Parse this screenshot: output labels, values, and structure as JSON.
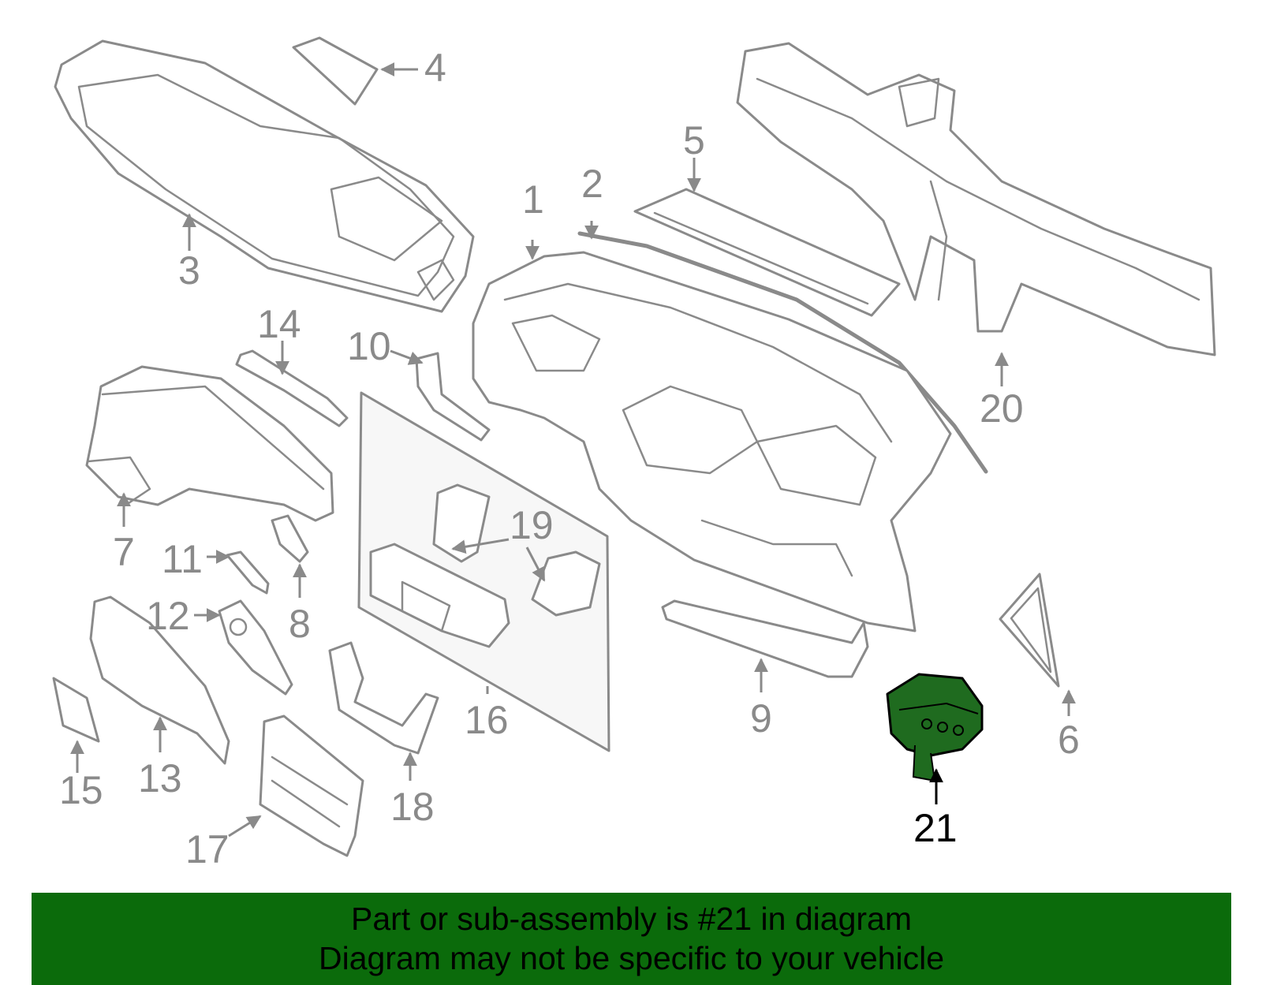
{
  "callouts": {
    "c1": "1",
    "c2": "2",
    "c3": "3",
    "c4": "4",
    "c5": "5",
    "c6": "6",
    "c7": "7",
    "c8": "8",
    "c9": "9",
    "c10": "10",
    "c11": "11",
    "c12": "12",
    "c13": "13",
    "c14": "14",
    "c15": "15",
    "c16": "16",
    "c17": "17",
    "c18": "18",
    "c19": "19",
    "c20": "20",
    "c21": "21"
  },
  "highlighted_part": "21",
  "colors": {
    "highlight_fill": "#1f6b1f",
    "banner_bg": "#0b6b0b",
    "line_gray": "#8a8a8a"
  },
  "banner": {
    "line1": "Part or sub-assembly is #21 in diagram",
    "line2": "Diagram may not be specific to your vehicle"
  }
}
